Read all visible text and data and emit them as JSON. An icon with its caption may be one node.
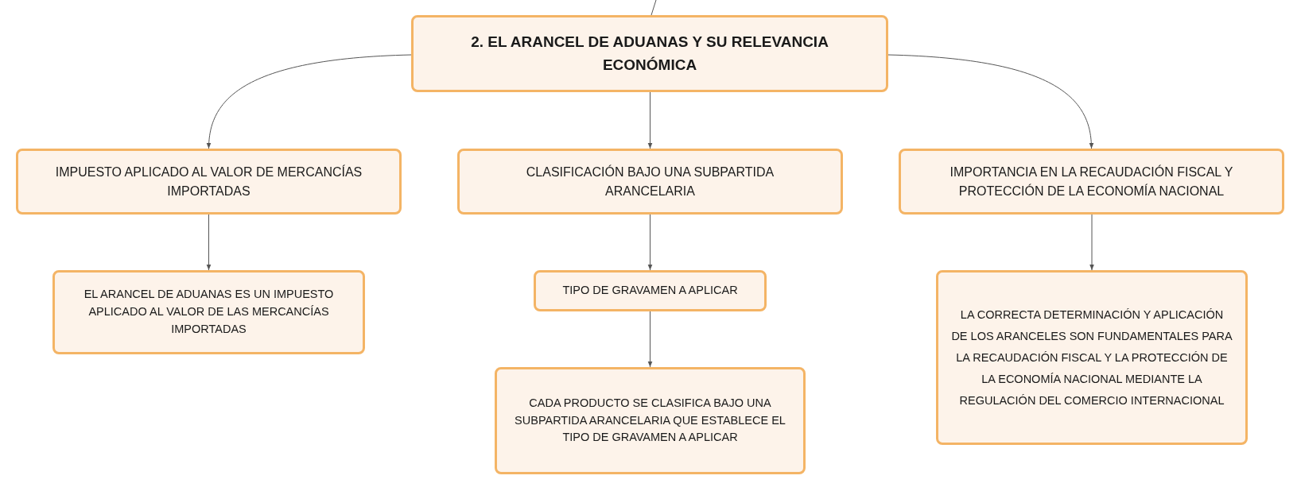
{
  "diagram": {
    "nodes": [
      {
        "text": [
          "2. EL ARANCEL DE ADUANAS Y SU RELEVANCIA ECONÓMICA"
        ]
      },
      {
        "text": [
          "IMPUESTO APLICADO AL VALOR DE MERCANCÍAS IMPORTADAS"
        ]
      },
      {
        "text": [
          "CLASIFICACIÓN BAJO UNA SUBPARTIDA ARANCELARIA"
        ]
      },
      {
        "text": [
          "IMPORTANCIA EN LA RECAUDACIÓN FISCAL Y PROTECCIÓN DE LA ECONOMÍA NACIONAL"
        ]
      },
      {
        "text": [
          "EL ARANCEL DE ADUANAS ES UN IMPUESTO APLICADO AL VALOR DE LAS MERCANCÍAS IMPORTADAS"
        ]
      },
      {
        "text": [
          "TIPO DE GRAVAMEN A APLICAR"
        ]
      },
      {
        "text": [
          "CADA PRODUCTO SE CLASIFICA BAJO UNA SUBPARTIDA ARANCELARIA QUE ESTABLECE EL TIPO DE GRAVAMEN A APLICAR"
        ]
      },
      {
        "text": [
          "LA CORRECTA DETERMINACIÓN Y APLICACIÓN DE LOS ARANCELES SON FUNDAMENTALES PARA LA RECAUDACIÓN FISCAL Y LA PROTECCIÓN DE LA ECONOMÍA NACIONAL MEDIANTE LA REGULACIÓN DEL COMERCIO INTERNACIONAL"
        ]
      }
    ],
    "edges": [
      {
        "from": null,
        "to": 0,
        "arrow": "none"
      },
      {
        "from": 0,
        "to": 1,
        "arrow": "to"
      },
      {
        "from": 0,
        "to": 2,
        "arrow": "to"
      },
      {
        "from": 0,
        "to": 3,
        "arrow": "to"
      },
      {
        "from": 1,
        "to": 4,
        "arrow": "to"
      },
      {
        "from": 2,
        "to": 5,
        "arrow": "to"
      },
      {
        "from": 5,
        "to": 6,
        "arrow": "to"
      },
      {
        "from": 3,
        "to": 7,
        "arrow": "to"
      }
    ]
  }
}
